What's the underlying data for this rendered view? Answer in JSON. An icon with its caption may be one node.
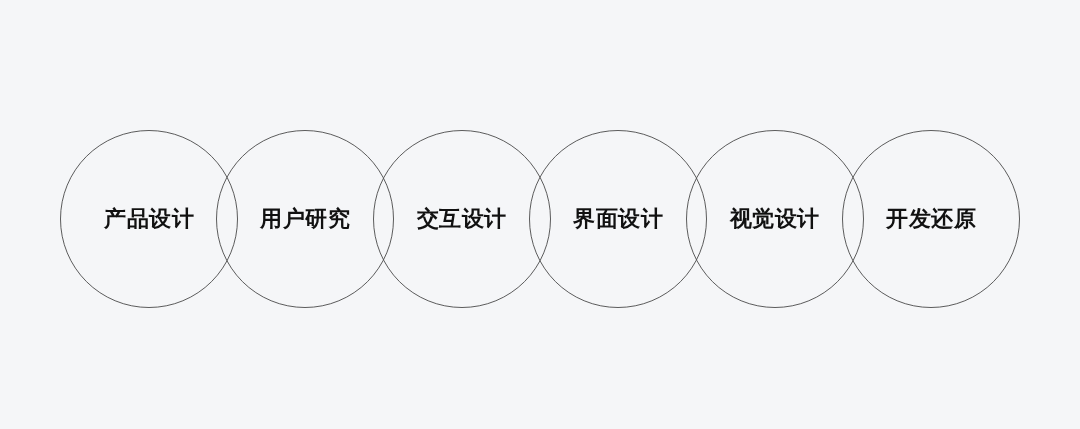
{
  "diagram": {
    "nodes": [
      {
        "text": [
          "产品设计"
        ]
      },
      {
        "text": [
          "用户研究"
        ]
      },
      {
        "text": [
          "交互设计"
        ]
      },
      {
        "text": [
          "界面设计"
        ]
      },
      {
        "text": [
          "视觉设计"
        ]
      },
      {
        "text": [
          "开发还原"
        ]
      }
    ]
  }
}
